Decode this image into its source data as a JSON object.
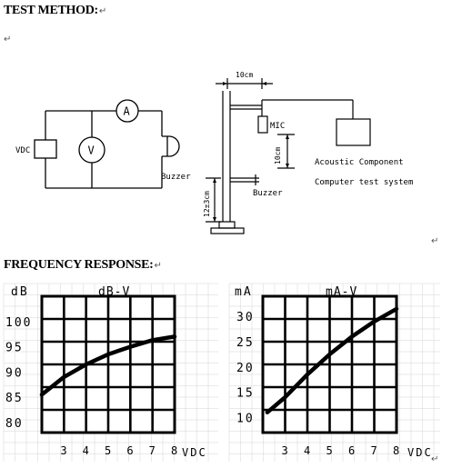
{
  "headings": {
    "test_method": "TEST METHOD:",
    "frequency_response": "FREQUENCY RESPONSE:",
    "return_mark": "↵"
  },
  "circuit": {
    "source_label": "VDC",
    "ammeter": "A",
    "voltmeter": "V",
    "buzzer_label": "Buzzer"
  },
  "fixture": {
    "top_dim": "10cm",
    "mic_label": "MIC",
    "mic_gap_dim": "10cm",
    "stand_height_dim": "12±3cm",
    "buzzer_label": "Buzzer",
    "system_line1": "Acoustic Component",
    "system_line2": "Computer test system"
  },
  "chart_data": [
    {
      "type": "line",
      "title": "dB-V",
      "ylabel": "dB",
      "xlabel": "VDC",
      "x_ticks": [
        "3",
        "4",
        "5",
        "6",
        "7",
        "8"
      ],
      "y_ticks": [
        "80",
        "85",
        "90",
        "95",
        "100"
      ],
      "xlim": [
        2,
        8
      ],
      "ylim": [
        78,
        105
      ],
      "grid": true,
      "series": [
        {
          "x": [
            2,
            3,
            4,
            5,
            6,
            7,
            8
          ],
          "y": [
            85.5,
            89,
            91.5,
            93.5,
            95,
            96.3,
            97
          ]
        }
      ]
    },
    {
      "type": "line",
      "title": "mA-V",
      "ylabel": "mA",
      "xlabel": "VDC",
      "x_ticks": [
        "3",
        "4",
        "5",
        "6",
        "7",
        "8"
      ],
      "y_ticks": [
        "10",
        "15",
        "20",
        "25",
        "30"
      ],
      "xlim": [
        2,
        8
      ],
      "ylim": [
        7,
        34
      ],
      "grid": true,
      "series": [
        {
          "x": [
            2.2,
            3,
            4,
            5,
            6,
            7,
            8
          ],
          "y": [
            11,
            14,
            18.5,
            22.5,
            26,
            29,
            31.5
          ]
        }
      ]
    }
  ]
}
